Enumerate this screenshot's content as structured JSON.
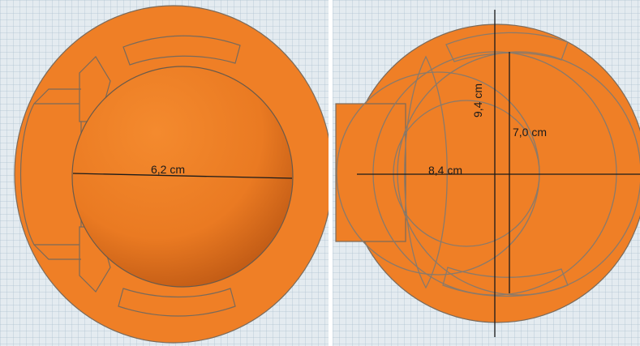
{
  "colors": {
    "body_orange": "#ef7f26",
    "outline": "#8a7a6a",
    "dim_line": "#1a1a1a",
    "grid_background": "#e4ebf0"
  },
  "left_view": {
    "diameter_label": "6,2 cm"
  },
  "right_view": {
    "width_label": "8,4  cm",
    "height_label": "9,4 cm",
    "inner_label": "7,0  cm"
  }
}
